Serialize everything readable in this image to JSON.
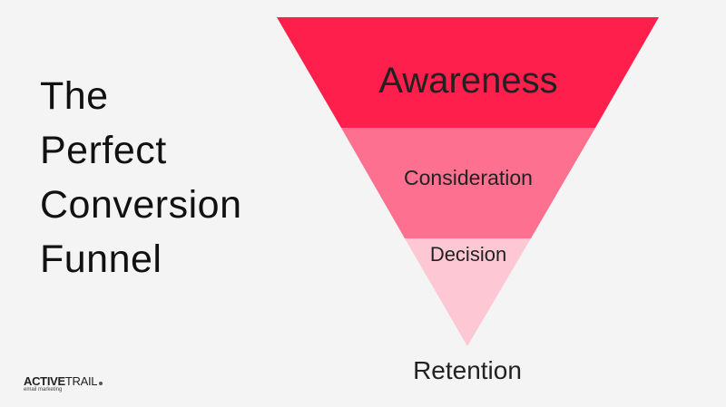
{
  "title_lines": [
    "The",
    "Perfect",
    "Conversion",
    "Funnel"
  ],
  "funnel": {
    "stages": [
      {
        "label": "Awareness",
        "color": "#fe1f4c"
      },
      {
        "label": "Consideration",
        "color": "#fd7090"
      },
      {
        "label": "Decision",
        "color": "#fdc8d4"
      }
    ],
    "bottom_label": "Retention"
  },
  "logo": {
    "bold": "ACTIVE",
    "light": "TRAIL",
    "tagline": "email marketing"
  }
}
